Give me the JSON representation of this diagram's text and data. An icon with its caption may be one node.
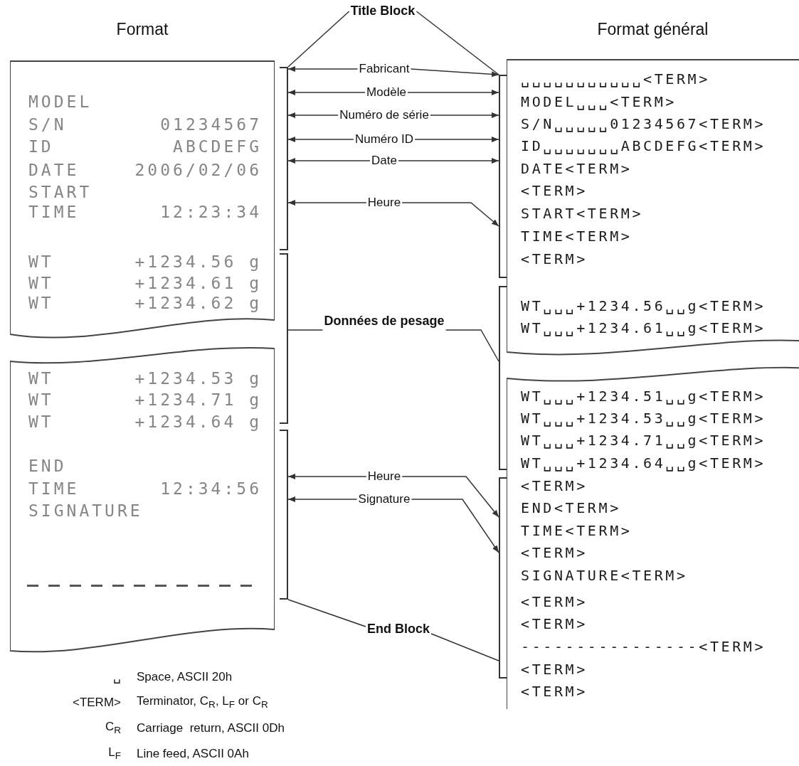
{
  "diagram": {
    "nodes": [
      {
        "text": [
          "Title Block"
        ]
      },
      {
        "text": [
          "Format",
          "MODEL",
          "S/N",
          "01234567",
          "ID",
          "ABCDEFG",
          "DATE",
          "2006/02/06",
          "START",
          "TIME",
          "12:23:34",
          "WT",
          "+1234.56 g",
          "WT",
          "+1234.61 g",
          "WT",
          "+1234.62 g",
          "WT",
          "+1234.53 g",
          "WT",
          "+1234.71 g",
          "WT",
          "+1234.64 g",
          "END",
          "TIME",
          "12:34:56",
          "SIGNATURE"
        ]
      },
      {
        "text": [],
        "shape": "bracket"
      },
      {
        "text": [],
        "shape": "bracket"
      },
      {
        "text": [],
        "shape": "bracket"
      },
      {
        "text": [
          "Fabricant"
        ]
      },
      {
        "text": [
          "Modèle"
        ]
      },
      {
        "text": [
          "Numéro de série"
        ]
      },
      {
        "text": [
          "Numéro ID"
        ]
      },
      {
        "text": [
          "Date"
        ]
      },
      {
        "text": [
          "Heure"
        ]
      },
      {
        "text": [
          "Données de pesage"
        ]
      },
      {
        "text": [
          "Heure"
        ]
      },
      {
        "text": [
          "Signature"
        ]
      },
      {
        "text": [
          "End Block"
        ]
      },
      {
        "text": [],
        "shape": "bracket"
      },
      {
        "text": [],
        "shape": "bracket"
      },
      {
        "text": [],
        "shape": "bracket"
      },
      {
        "text": [
          "Format général",
          "␣␣␣␣␣␣␣␣␣␣␣<TERM>",
          "MODEL␣␣␣<TERM>",
          "S/N␣␣␣␣␣01234567<TERM>",
          "ID␣␣␣␣␣␣␣ABCDEFG<TERM>",
          "DATE<TERM>",
          "<TERM>",
          "START<TERM>",
          "TIME<TERM>",
          "<TERM>",
          "WT␣␣␣+1234.56␣␣g<TERM>",
          "WT␣␣␣+1234.61␣␣g<TERM>",
          "WT␣␣␣+1234.51␣␣g<TERM>",
          "WT␣␣␣+1234.53␣␣g<TERM>",
          "WT␣␣␣+1234.71␣␣g<TERM>",
          "WT␣␣␣+1234.64␣␣g<TERM>",
          "<TERM>",
          "END<TERM>",
          "TIME<TERM>",
          "<TERM>",
          "SIGNATURE<TERM>",
          "<TERM>",
          "<TERM>",
          "----------------<TERM>",
          "<TERM>",
          "<TERM>"
        ]
      }
    ],
    "edges": [
      {
        "from": 0,
        "to": 2,
        "arrow": "none"
      },
      {
        "from": 0,
        "to": 15,
        "arrow": "none"
      },
      {
        "from": 5,
        "to": 2,
        "arrow": "to"
      },
      {
        "from": 5,
        "to": 15,
        "arrow": "to"
      },
      {
        "from": 6,
        "to": 2,
        "arrow": "to"
      },
      {
        "from": 6,
        "to": 15,
        "arrow": "to"
      },
      {
        "from": 7,
        "to": 2,
        "arrow": "to"
      },
      {
        "from": 7,
        "to": 15,
        "arrow": "to"
      },
      {
        "from": 8,
        "to": 2,
        "arrow": "to"
      },
      {
        "from": 8,
        "to": 15,
        "arrow": "to"
      },
      {
        "from": 9,
        "to": 2,
        "arrow": "to"
      },
      {
        "from": 9,
        "to": 15,
        "arrow": "to"
      },
      {
        "from": 10,
        "to": 2,
        "arrow": "to"
      },
      {
        "from": 10,
        "to": 15,
        "arrow": "to"
      },
      {
        "from": 11,
        "to": 3,
        "arrow": "none"
      },
      {
        "from": 11,
        "to": 16,
        "arrow": "none"
      },
      {
        "from": 12,
        "to": 4,
        "arrow": "to"
      },
      {
        "from": 12,
        "to": 17,
        "arrow": "to"
      },
      {
        "from": 13,
        "to": 4,
        "arrow": "to"
      },
      {
        "from": 13,
        "to": 17,
        "arrow": "to"
      },
      {
        "from": 14,
        "to": 4,
        "arrow": "none"
      },
      {
        "from": 14,
        "to": 17,
        "arrow": "none"
      }
    ],
    "labels": [
      "␣",
      "Space, ASCII 20h",
      "<TERM>",
      "Terminator, C$_{R}$, L$_{F}$ or C$_{R}$",
      "C$_{R}$",
      "Carriage  return, ASCII 0Dh",
      "L$_{F}$",
      "Line feed, ASCII 0Ah"
    ]
  }
}
